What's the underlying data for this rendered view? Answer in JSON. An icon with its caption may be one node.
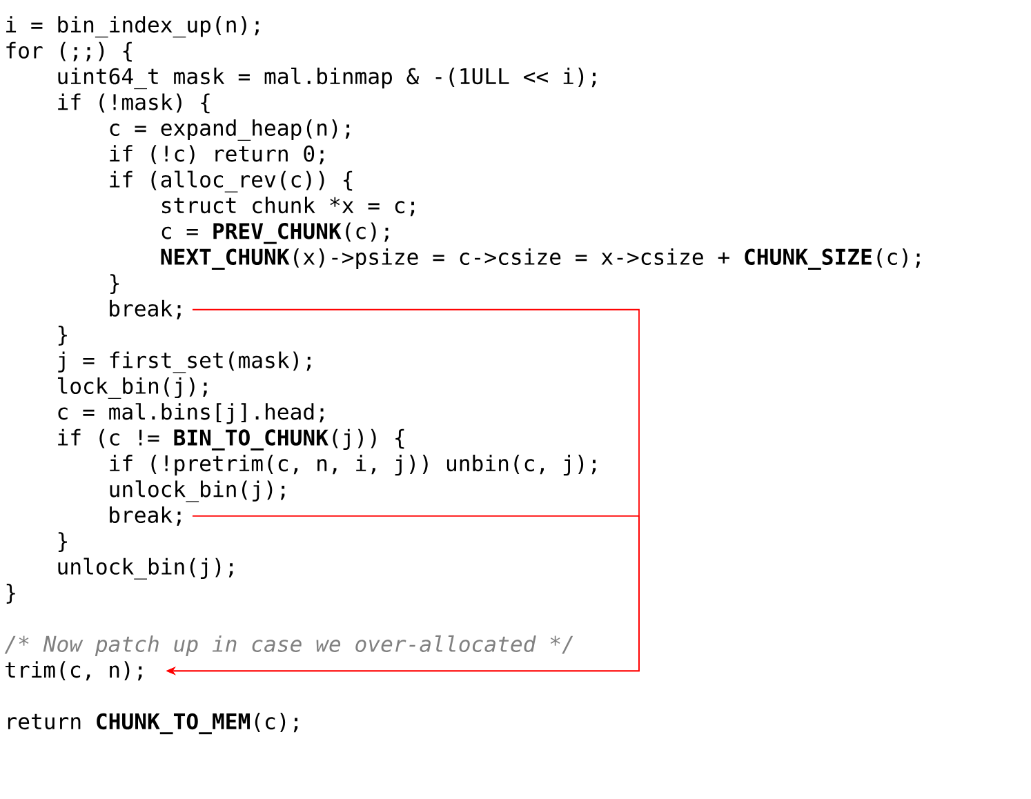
{
  "diagram": {
    "nodes": [
      {
        "text": [
          "break;"
        ]
      },
      {
        "text": [
          "break;"
        ]
      },
      {
        "text": [
          "trim(c, n);"
        ]
      }
    ],
    "edges": [
      {
        "from": 0,
        "to": 2,
        "arrow": "to"
      },
      {
        "from": 1,
        "to": 2,
        "arrow": "to"
      }
    ],
    "labels": [
      "i = bin_index_up(n);",
      "for (;;) {",
      "uint64_t mask = mal.binmap & -(1ULL << i);",
      "if (!mask) {",
      "c = expand_heap(n);",
      "if (!c) return 0;",
      "if (alloc_rev(c)) {",
      "struct chunk *x = c;",
      "c = **PREV_CHUNK**(c);",
      "**NEXT_CHUNK**(x)->psize = c->csize = x->csize + **CHUNK_SIZE**(c);",
      "}",
      "}",
      "j = first_set(mask);",
      "lock_bin(j);",
      "c = mal.bins[j].head;",
      "if (c != **BIN_TO_CHUNK**(j)) {",
      "if (!pretrim(c, n, i, j)) unbin(c, j);",
      "unlock_bin(j);",
      "}",
      "unlock_bin(j);",
      "}",
      "/* Now patch up in case we over-allocated */",
      "return **CHUNK_TO_MEM**(c);"
    ]
  }
}
